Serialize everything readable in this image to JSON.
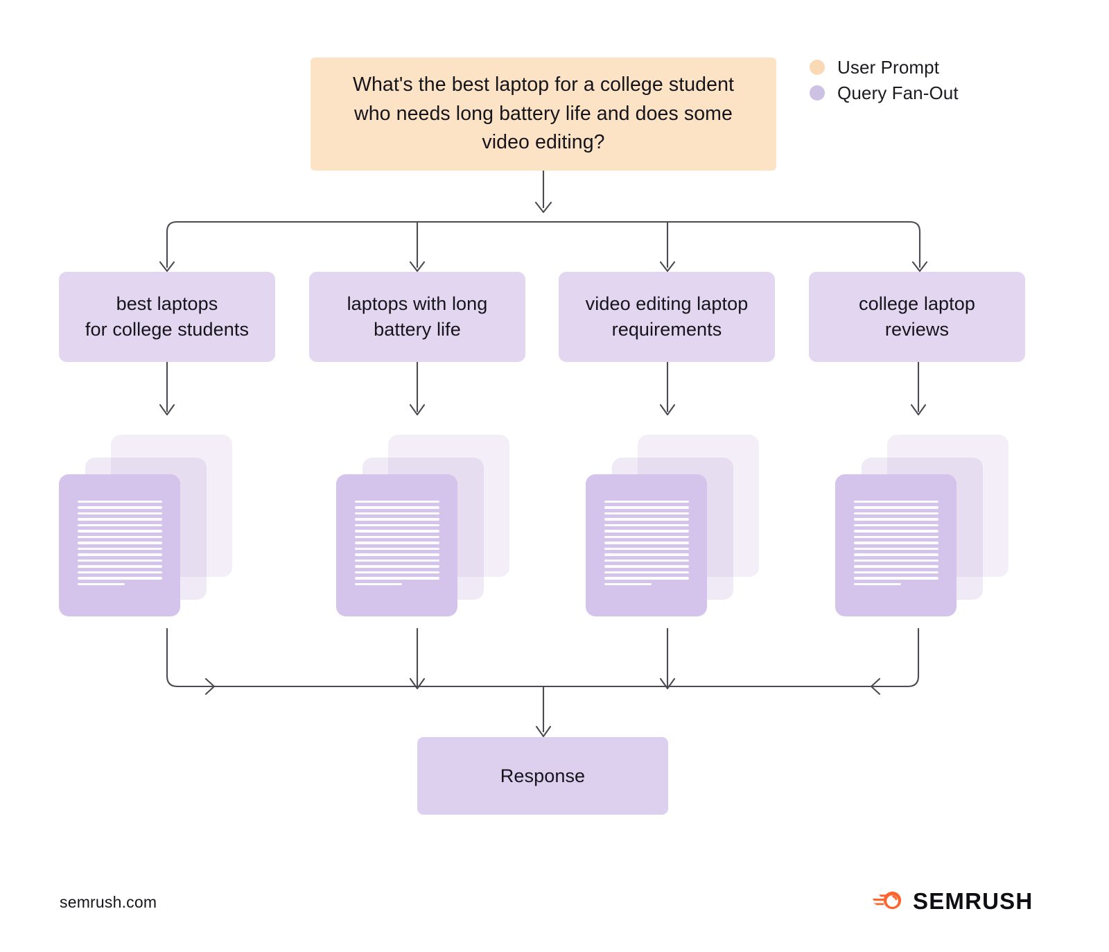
{
  "legend": {
    "items": [
      {
        "label": "User Prompt",
        "color": "#fad9b6",
        "icon": "legend-dot-icon"
      },
      {
        "label": "Query Fan-Out",
        "color": "#cdc1e4",
        "icon": "legend-dot-icon"
      }
    ]
  },
  "prompt": {
    "text": "What's the best laptop for a college student who needs long battery life and does some video editing?",
    "color": "#fce3c6"
  },
  "fanout": {
    "color": "#e2d6f1",
    "queries": [
      {
        "label": "best laptops\nfor college students"
      },
      {
        "label": "laptops with long\nbattery life"
      },
      {
        "label": "video editing laptop\nrequirements"
      },
      {
        "label": "college laptop\nreviews"
      }
    ]
  },
  "documents": {
    "stack_count": 4,
    "cards_per_stack": 3,
    "lines_per_doc": 15,
    "front_color": "#d4c3ea",
    "line_color": "#fdfcff"
  },
  "response": {
    "label": "Response",
    "color": "#ddd0ef"
  },
  "footer": {
    "url": "semrush.com",
    "brand": "SEMRUSH",
    "brand_icon": "semrush-comet-icon",
    "brand_accent": "#ff642d"
  },
  "connectors": {
    "stroke": "#4a4a52",
    "stroke_width": 2.1
  }
}
